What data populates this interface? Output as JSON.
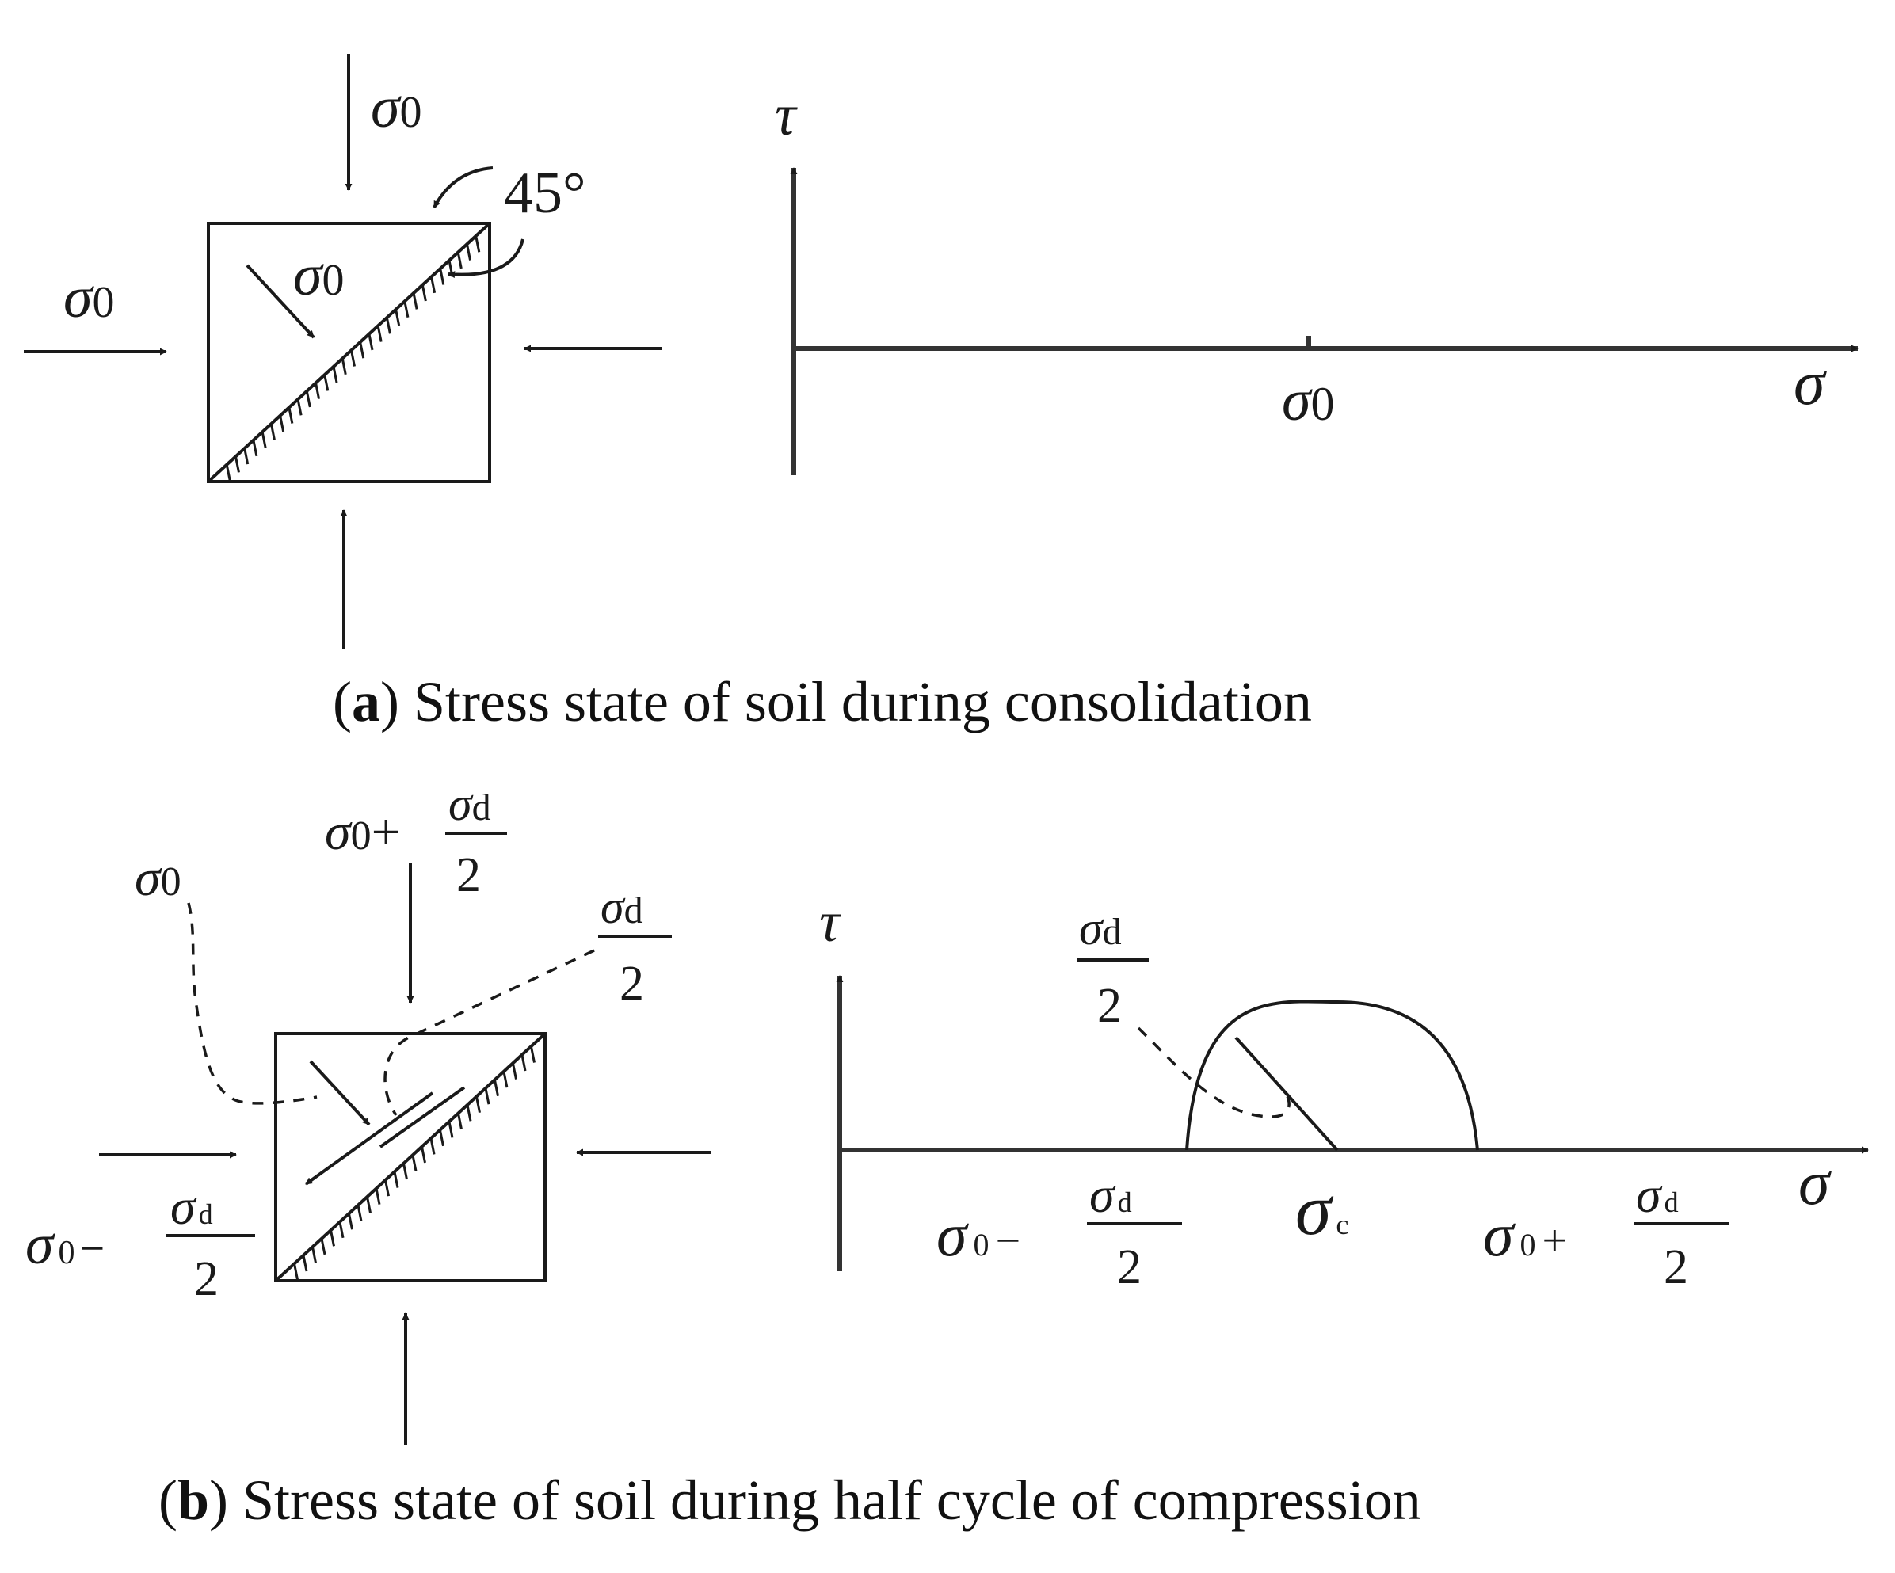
{
  "panel_a": {
    "caption_letter": "a",
    "caption_text": "Stress state of soil during consolidation",
    "load_label": "σ",
    "load_sub": "0",
    "angle_label": "45°",
    "tau_axis": "τ",
    "sigma_axis": "σ",
    "tick_label": "σ",
    "tick_sub": "0"
  },
  "panel_b": {
    "caption_letter": "b",
    "caption_text": "Stress state of soil during half cycle of compression",
    "top_main": "σ",
    "top_sub": "0",
    "plus": "+",
    "minus": "−",
    "frac_num": "σ",
    "frac_num_sub": "d",
    "frac_den": "2",
    "sigma0_label": "σ",
    "sigma0_sub": "0",
    "tau_axis": "τ",
    "sigma_axis": "σ",
    "center_label": "σ",
    "center_sub": "c"
  }
}
